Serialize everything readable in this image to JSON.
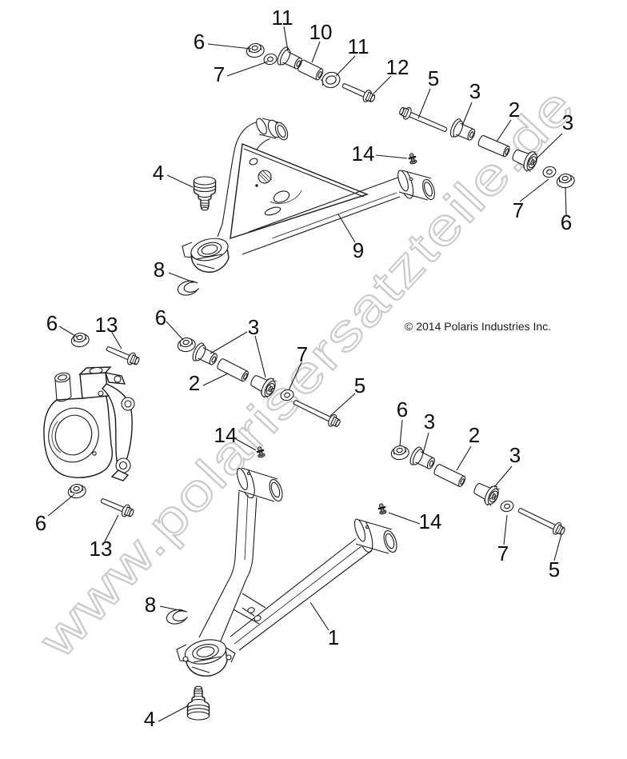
{
  "diagram": {
    "kind": "exploded-parts-diagram",
    "copyright": "© 2014 Polaris Industries Inc.",
    "watermark": "www.polarisersatzteile.de",
    "colors": {
      "background": "#ffffff",
      "line_art": "#1a1a1a",
      "watermark": "#cbcbcb",
      "callout_text": "#0d0d0d"
    }
  },
  "callouts": [
    {
      "label": "6"
    },
    {
      "label": "7"
    },
    {
      "label": "11"
    },
    {
      "label": "10"
    },
    {
      "label": "11"
    },
    {
      "label": "12"
    },
    {
      "label": "5"
    },
    {
      "label": "3"
    },
    {
      "label": "2"
    },
    {
      "label": "3"
    },
    {
      "label": "14"
    },
    {
      "label": "7"
    },
    {
      "label": "6"
    },
    {
      "label": "4"
    },
    {
      "label": "9"
    },
    {
      "label": "8"
    },
    {
      "label": "6"
    },
    {
      "label": "13"
    },
    {
      "label": "6"
    },
    {
      "label": "3"
    },
    {
      "label": "2"
    },
    {
      "label": "7"
    },
    {
      "label": "5"
    },
    {
      "label": "14"
    },
    {
      "label": "6"
    },
    {
      "label": "13"
    },
    {
      "label": "6"
    },
    {
      "label": "3"
    },
    {
      "label": "2"
    },
    {
      "label": "3"
    },
    {
      "label": "7"
    },
    {
      "label": "5"
    },
    {
      "label": "14"
    },
    {
      "label": "8"
    },
    {
      "label": "1"
    },
    {
      "label": "4"
    }
  ]
}
